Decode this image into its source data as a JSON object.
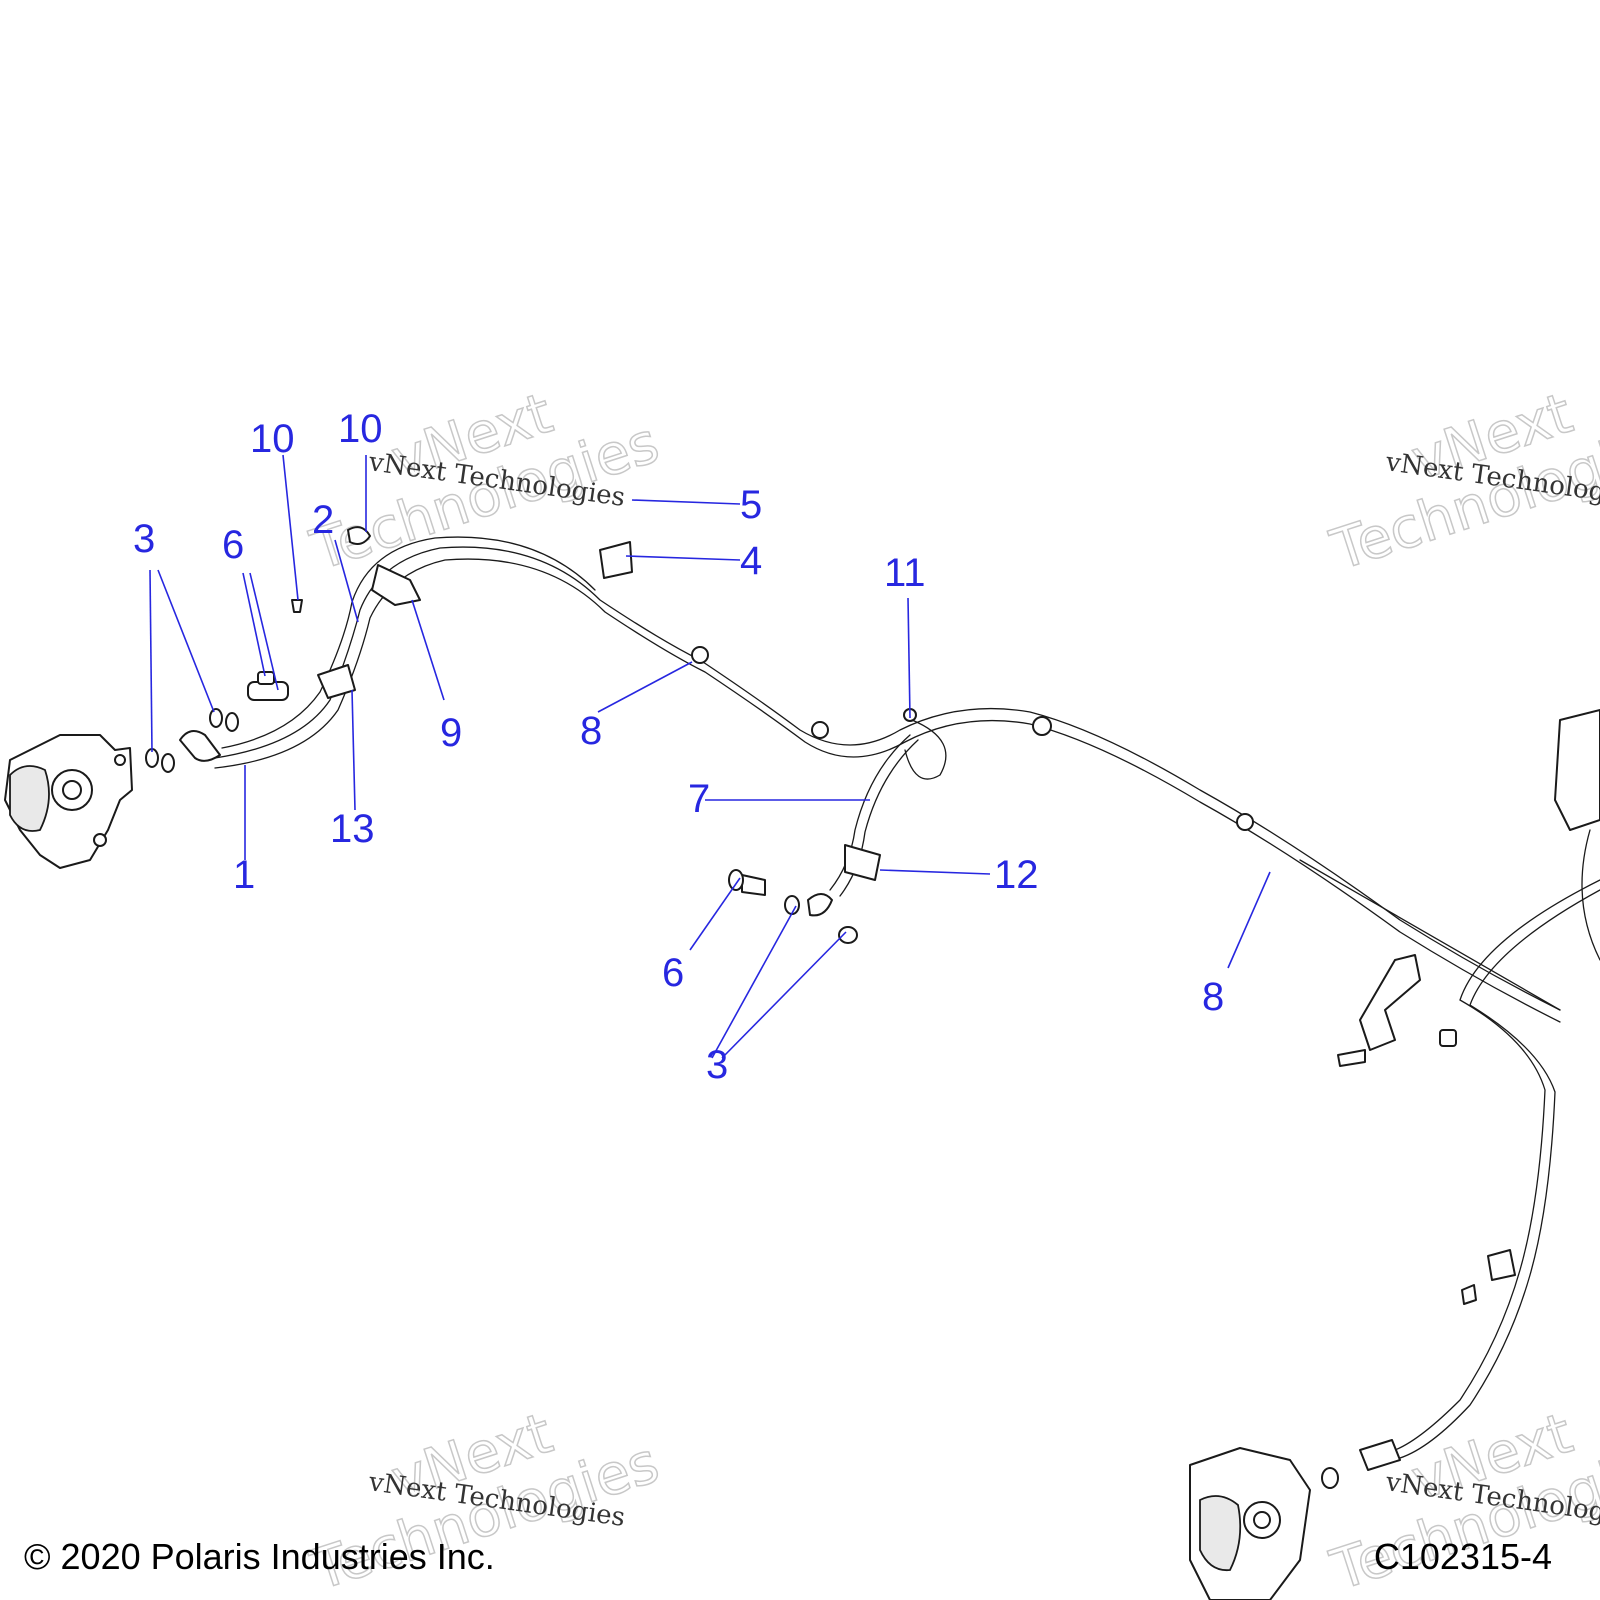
{
  "diagram": {
    "callouts": {
      "c1": "1",
      "c2": "2",
      "c3a": "3",
      "c3b": "3",
      "c4": "4",
      "c5": "5",
      "c6a": "6",
      "c6b": "6",
      "c7": "7",
      "c8a": "8",
      "c8b": "8",
      "c9": "9",
      "c10a": "10",
      "c10b": "10",
      "c11": "11",
      "c12": "12",
      "c13": "13"
    },
    "callout_color": "#2727e0"
  },
  "watermark": {
    "brand": "vNext",
    "line": "vNext Technologies",
    "outline_word": "Technologies"
  },
  "footer": {
    "copyright": "© 2020 Polaris Industries Inc.",
    "figure_id": "C102315-4"
  }
}
